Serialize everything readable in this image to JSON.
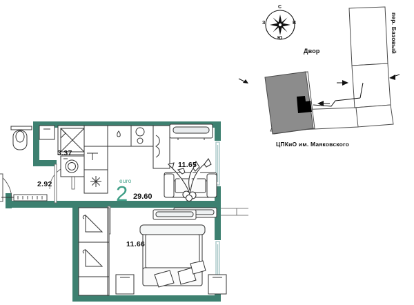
{
  "site_plan": {
    "courtyard_label": "Двор",
    "park_label": "ЦПКиО им. Маяковского",
    "street_label": "пер. Базовый",
    "compass": {
      "north": "С",
      "east": "В",
      "south": "Ю",
      "west": "З"
    },
    "highlight_color": "#8c8c8c",
    "marker_color": "#000000"
  },
  "floor_plan": {
    "wall_color": "#3d8070",
    "window_color": "#a8c8c8",
    "accent_color": "#3e9e86",
    "summary": {
      "euro_label": "euro",
      "rooms": "2",
      "total_area": "29.60"
    },
    "rooms": [
      {
        "name": "bathroom",
        "area": "3.37"
      },
      {
        "name": "hallway",
        "area": "2.92"
      },
      {
        "name": "living-kitchen",
        "area": "11.65"
      },
      {
        "name": "bedroom",
        "area": "11.66"
      }
    ]
  }
}
